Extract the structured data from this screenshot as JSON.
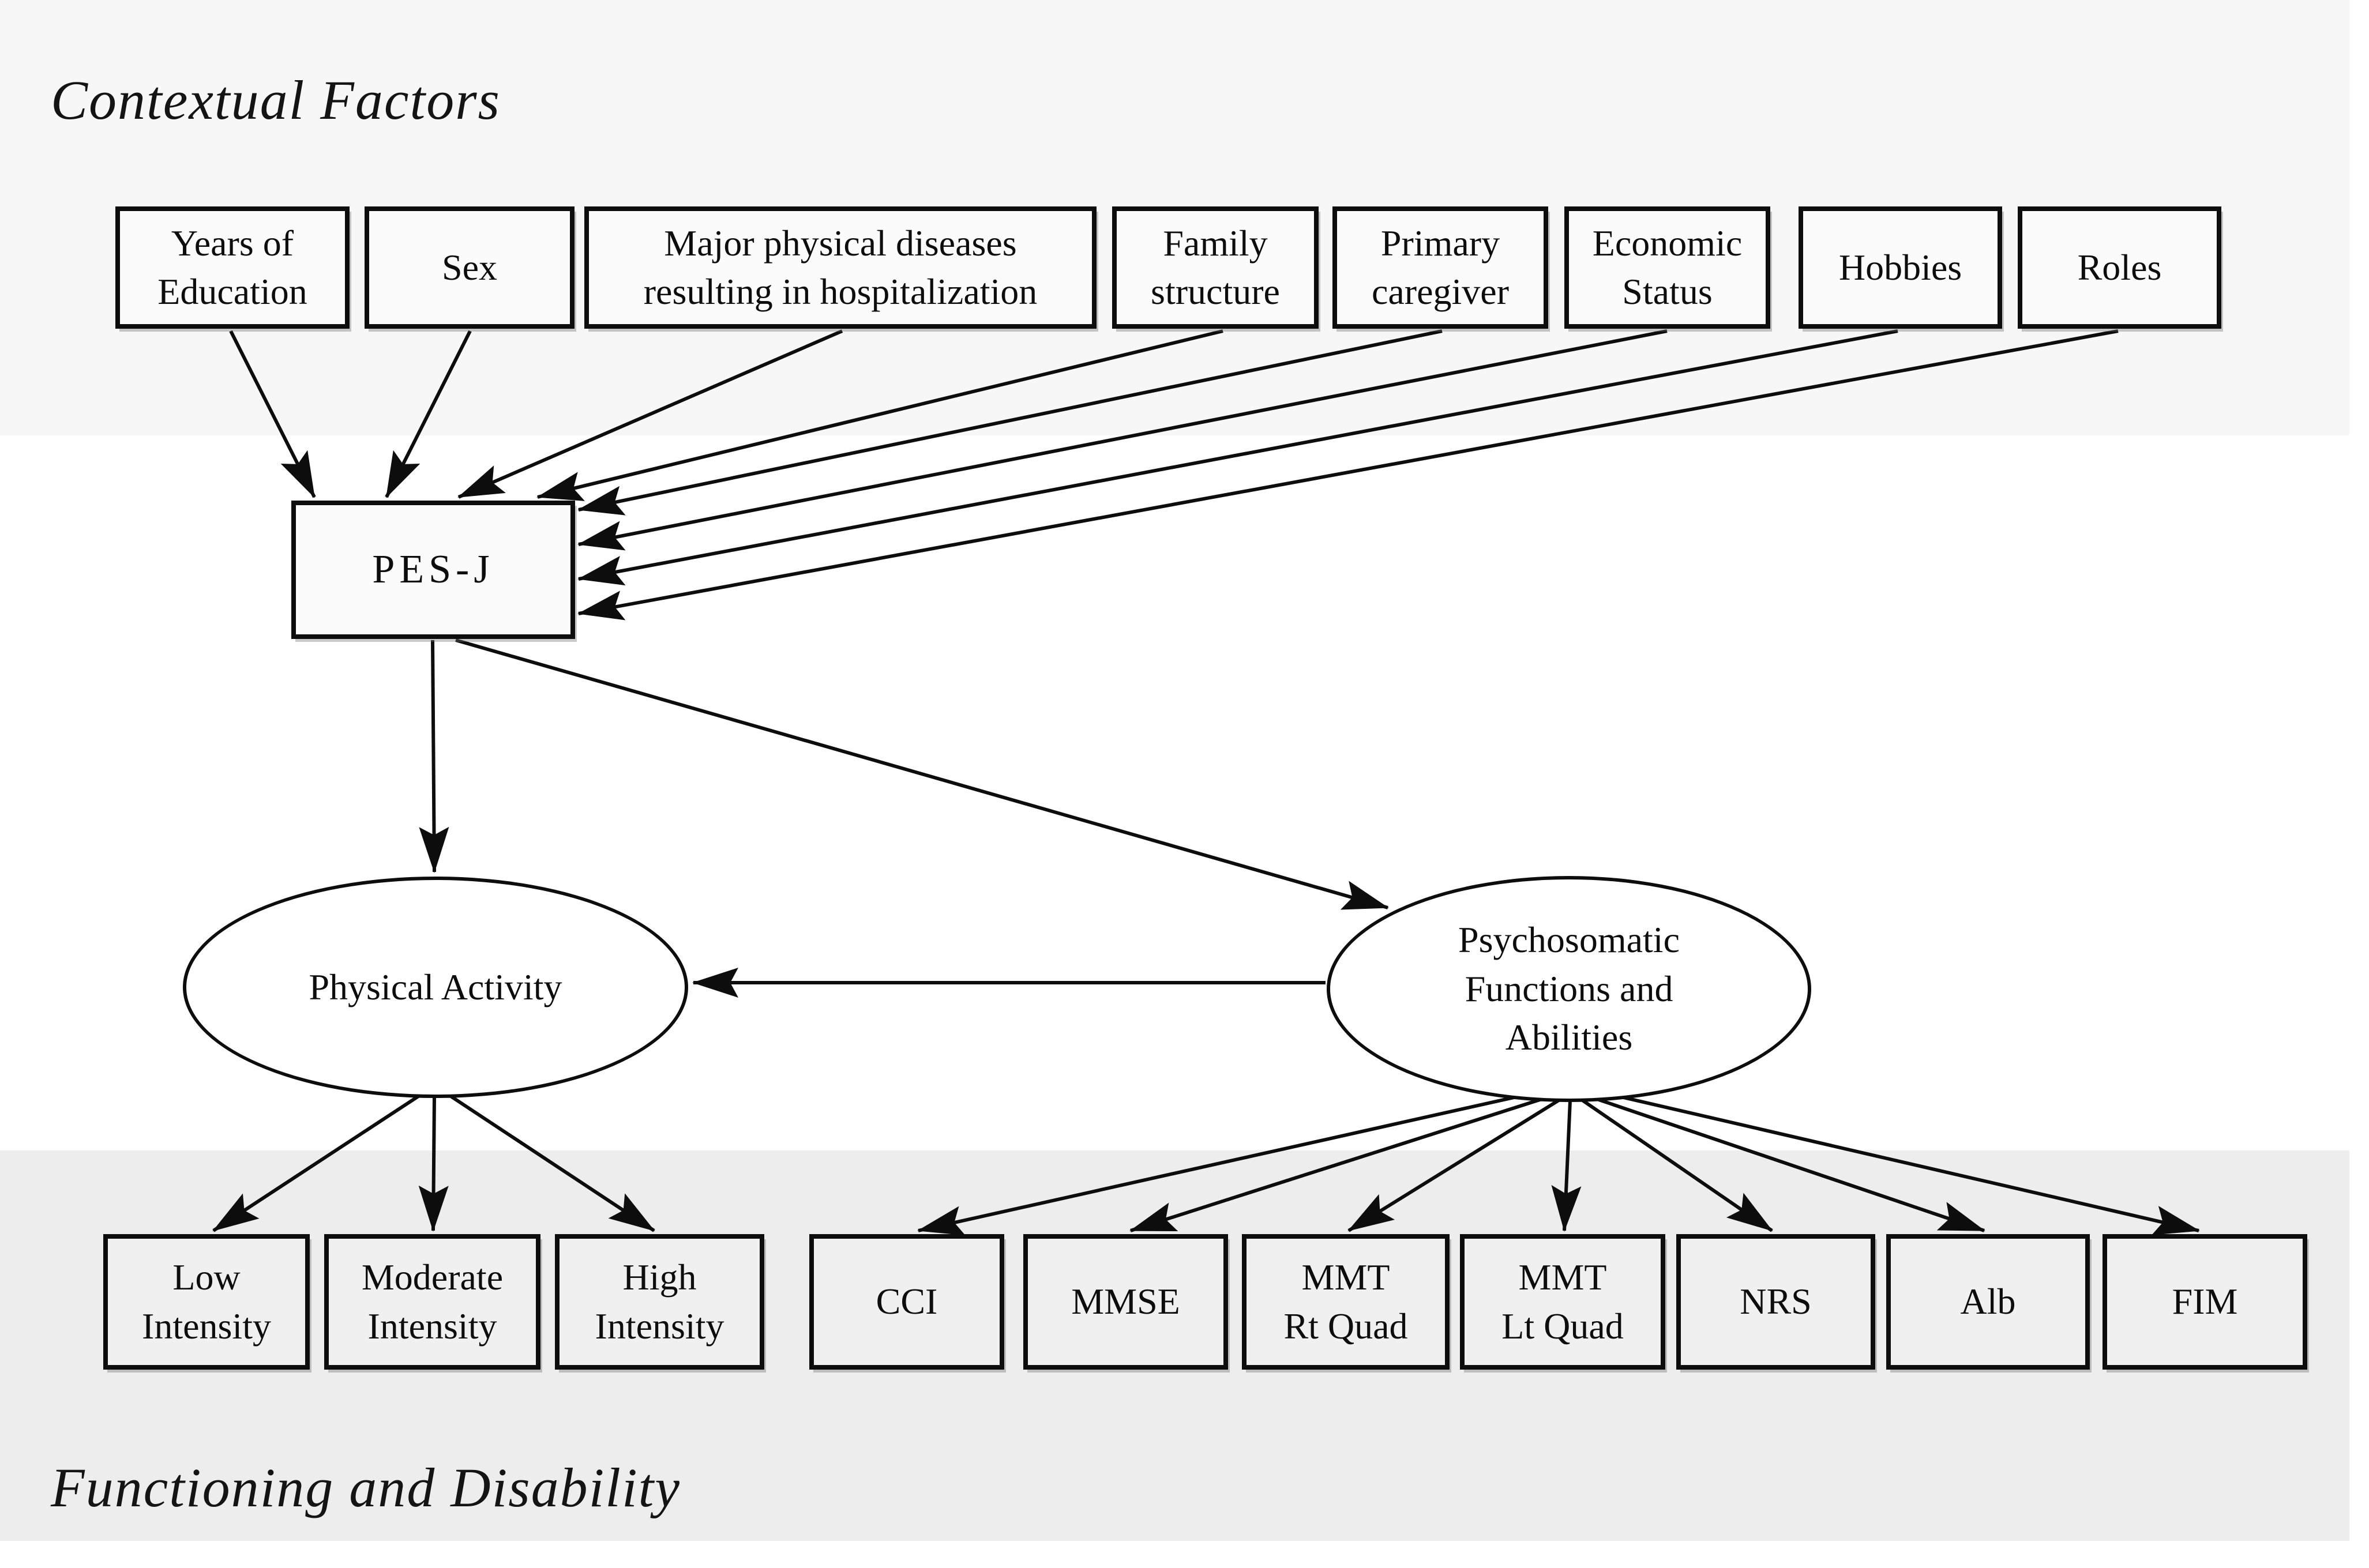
{
  "headings": {
    "contextual": "Contextual Factors",
    "functioning": "Functioning and Disability"
  },
  "colors": {
    "band_top": "#f7f7f7",
    "band_bottom": "#ededed",
    "canvas": "#ffffff",
    "line": "#0d0d0d",
    "node_fill": "#fbfbfb",
    "node_fill_bottom": "#f0f0f0"
  },
  "pesj": {
    "label": "PES-J"
  },
  "latent": {
    "physical_activity": "Physical Activity",
    "psychosomatic": "Psychosomatic\nFunctions and\nAbilities"
  },
  "contextual_boxes": [
    {
      "label": "Years of\nEducation"
    },
    {
      "label": "Sex"
    },
    {
      "label": "Major physical diseases\nresulting in hospitalization"
    },
    {
      "label": "Family\nstructure"
    },
    {
      "label": "Primary\ncaregiver"
    },
    {
      "label": "Economic\nStatus"
    },
    {
      "label": "Hobbies"
    },
    {
      "label": "Roles"
    }
  ],
  "indicator_boxes": [
    {
      "label": "Low\nIntensity"
    },
    {
      "label": "Moderate\nIntensity"
    },
    {
      "label": "High\nIntensity"
    },
    {
      "label": "CCI"
    },
    {
      "label": "MMSE"
    },
    {
      "label": "MMT\nRt Quad"
    },
    {
      "label": "MMT\nLt Quad"
    },
    {
      "label": "NRS"
    },
    {
      "label": "Alb"
    },
    {
      "label": "FIM"
    }
  ]
}
